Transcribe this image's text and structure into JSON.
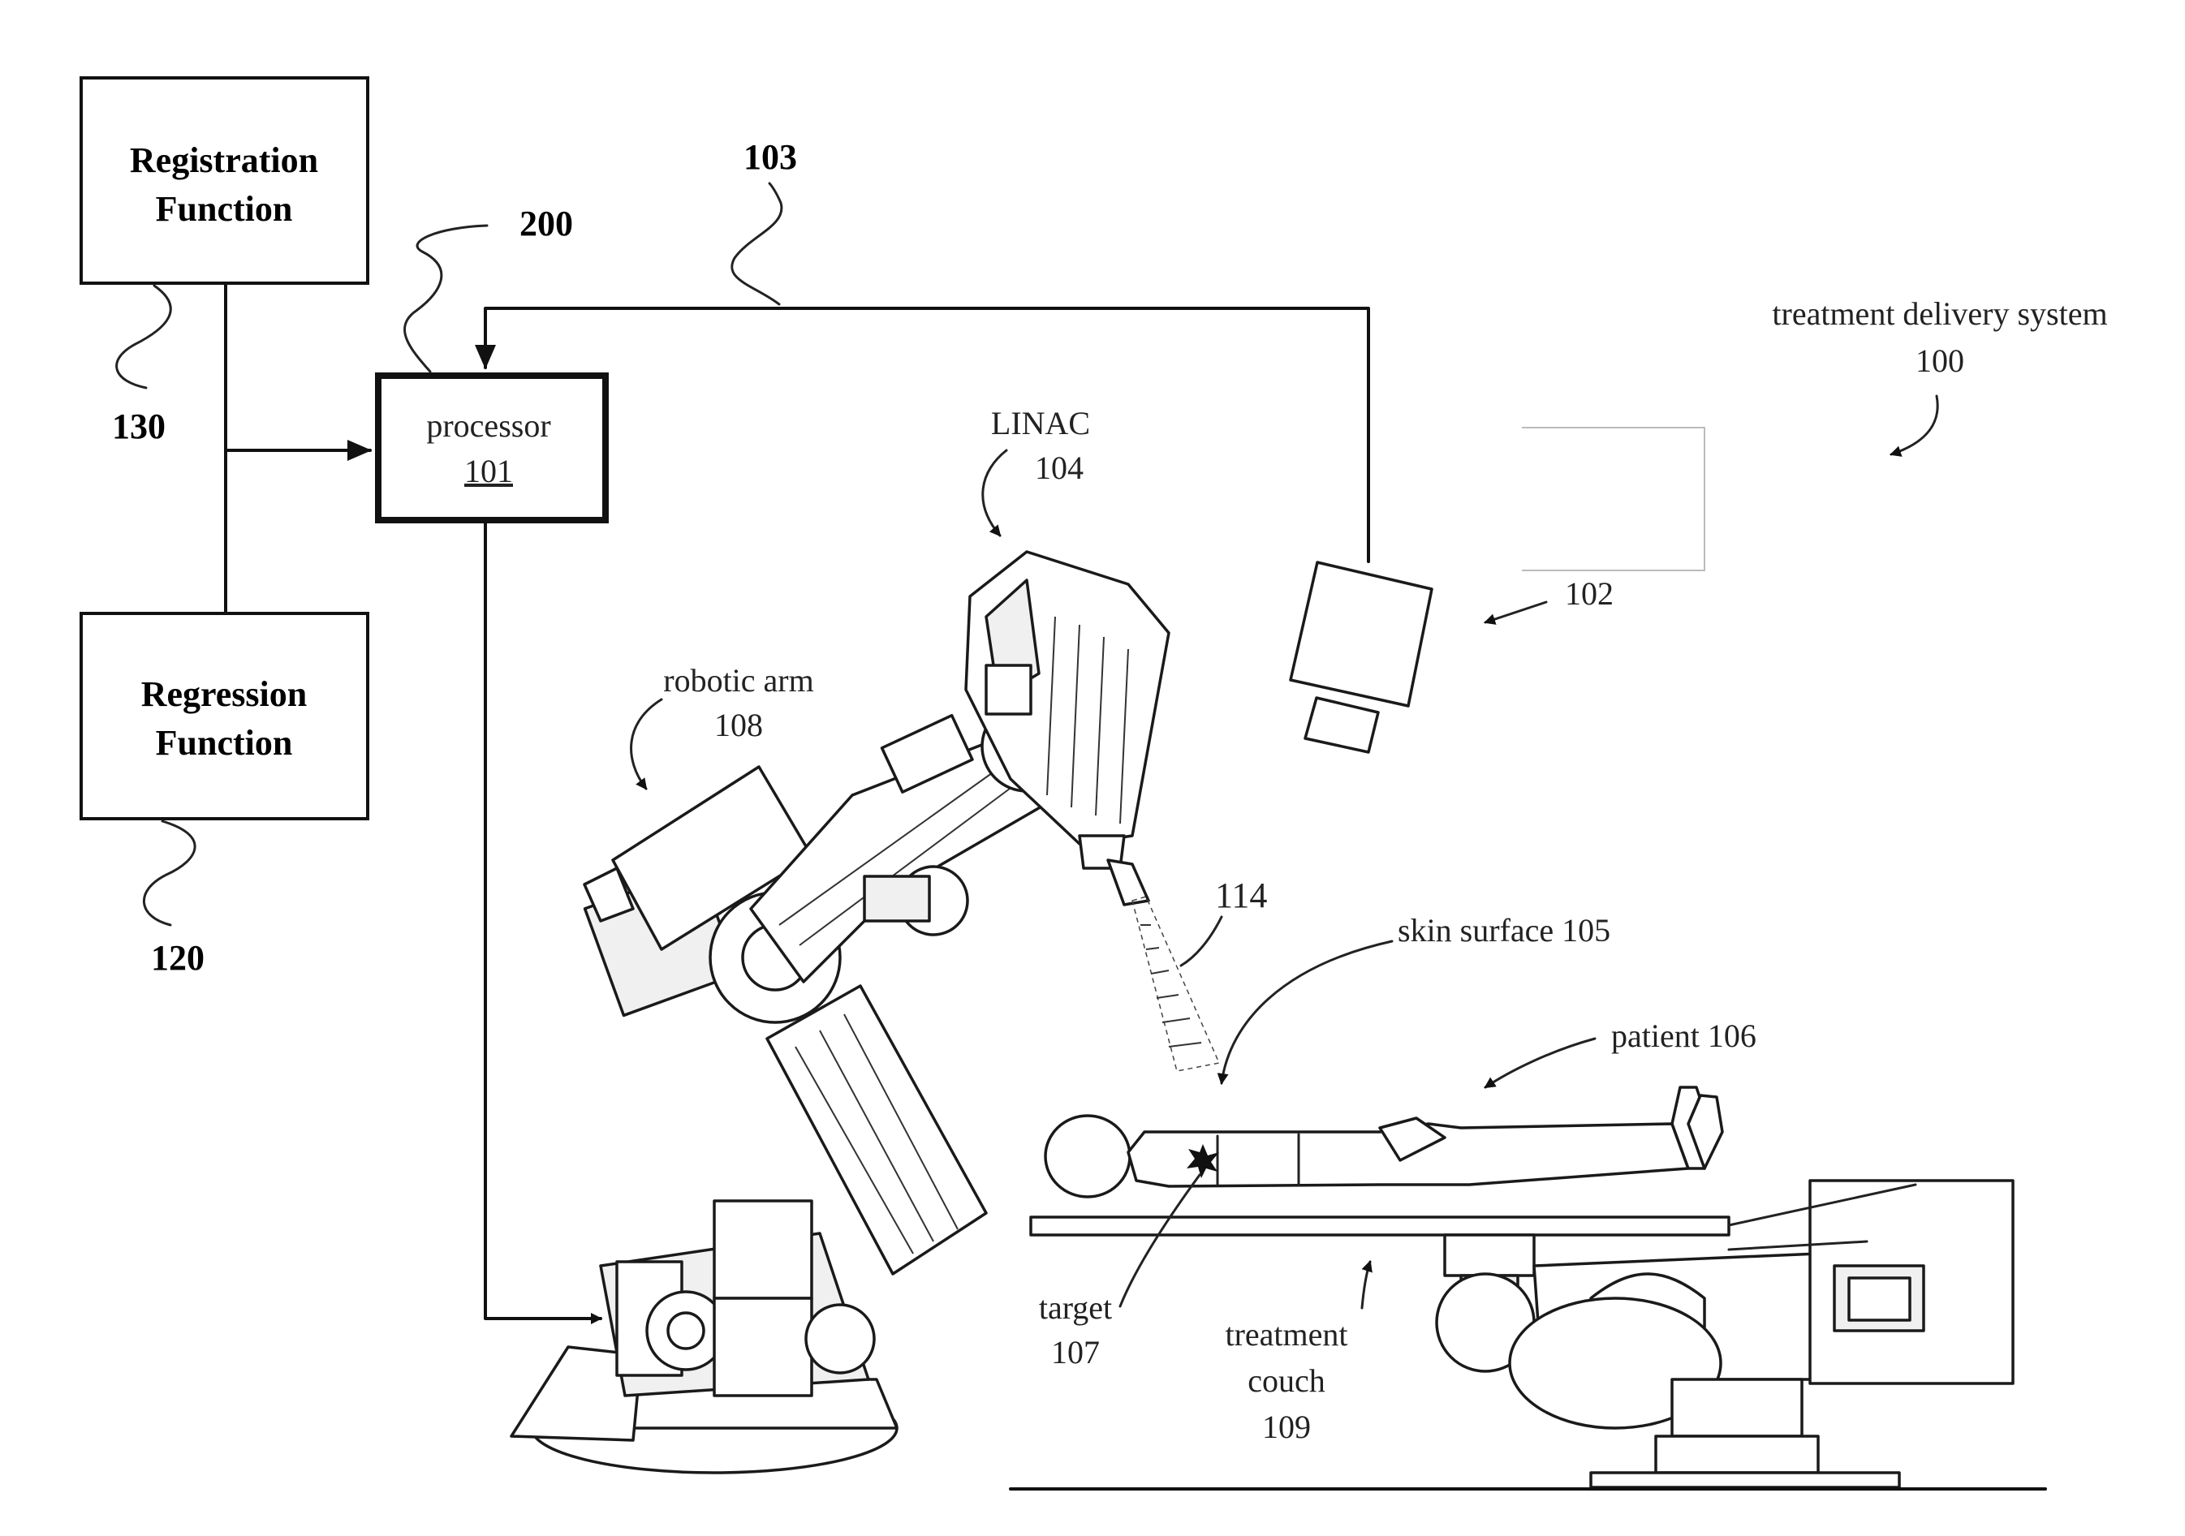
{
  "blocks": {
    "registration": {
      "line1": "Registration",
      "line2": "Function",
      "ref": "130"
    },
    "regression": {
      "line1": "Regression",
      "line2": "Function",
      "ref": "120"
    },
    "processor": {
      "label": "processor",
      "ref": "101"
    }
  },
  "refs": {
    "bus": "200",
    "link": "103",
    "imager": "102",
    "beam": "114"
  },
  "callouts": {
    "system": {
      "line1": "treatment delivery system",
      "line2": "100"
    },
    "linac": {
      "line1": "LINAC",
      "line2": "104"
    },
    "robotic_arm": {
      "line1": "robotic arm",
      "line2": "108"
    },
    "skin_surface": "skin surface 105",
    "patient": "patient 106",
    "target": {
      "line1": "target",
      "line2": "107"
    },
    "couch": {
      "line1": "treatment",
      "line2": "couch",
      "line3": "109"
    }
  }
}
